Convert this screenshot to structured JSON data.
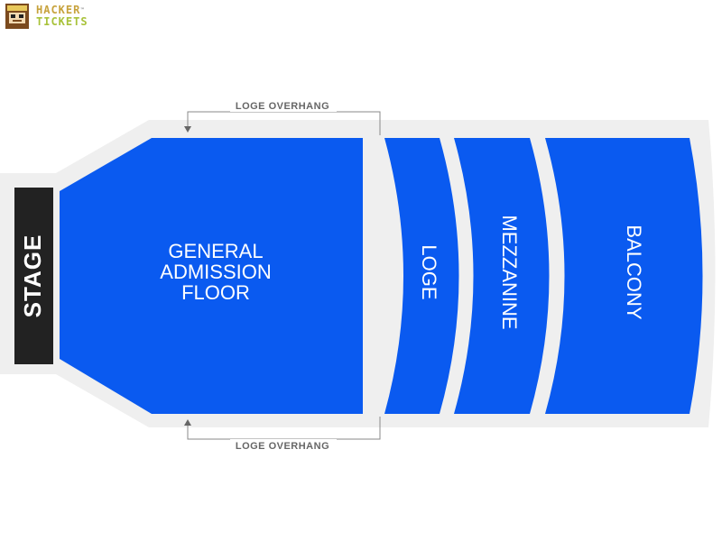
{
  "brand": {
    "line1": "HACKER",
    "line2": "TICKETS",
    "trademark": "™"
  },
  "stage": {
    "label": "STAGE"
  },
  "overhang": {
    "top_label": "LOGE OVERHANG",
    "bottom_label": "LOGE OVERHANG"
  },
  "sections": {
    "floor": {
      "line1": "GENERAL",
      "line2": "ADMISSION",
      "line3": "FLOOR"
    },
    "loge": {
      "label": "LOGE"
    },
    "mezzanine": {
      "label": "MEZZANINE"
    },
    "balcony": {
      "label": "BALCONY"
    }
  },
  "colors": {
    "section": "#0a5af0",
    "venue_outline": "#efefef",
    "stage": "#222222",
    "overhang_line": "#888888",
    "brand_gold": "#c7a23c",
    "brand_green": "#a8c23a"
  }
}
